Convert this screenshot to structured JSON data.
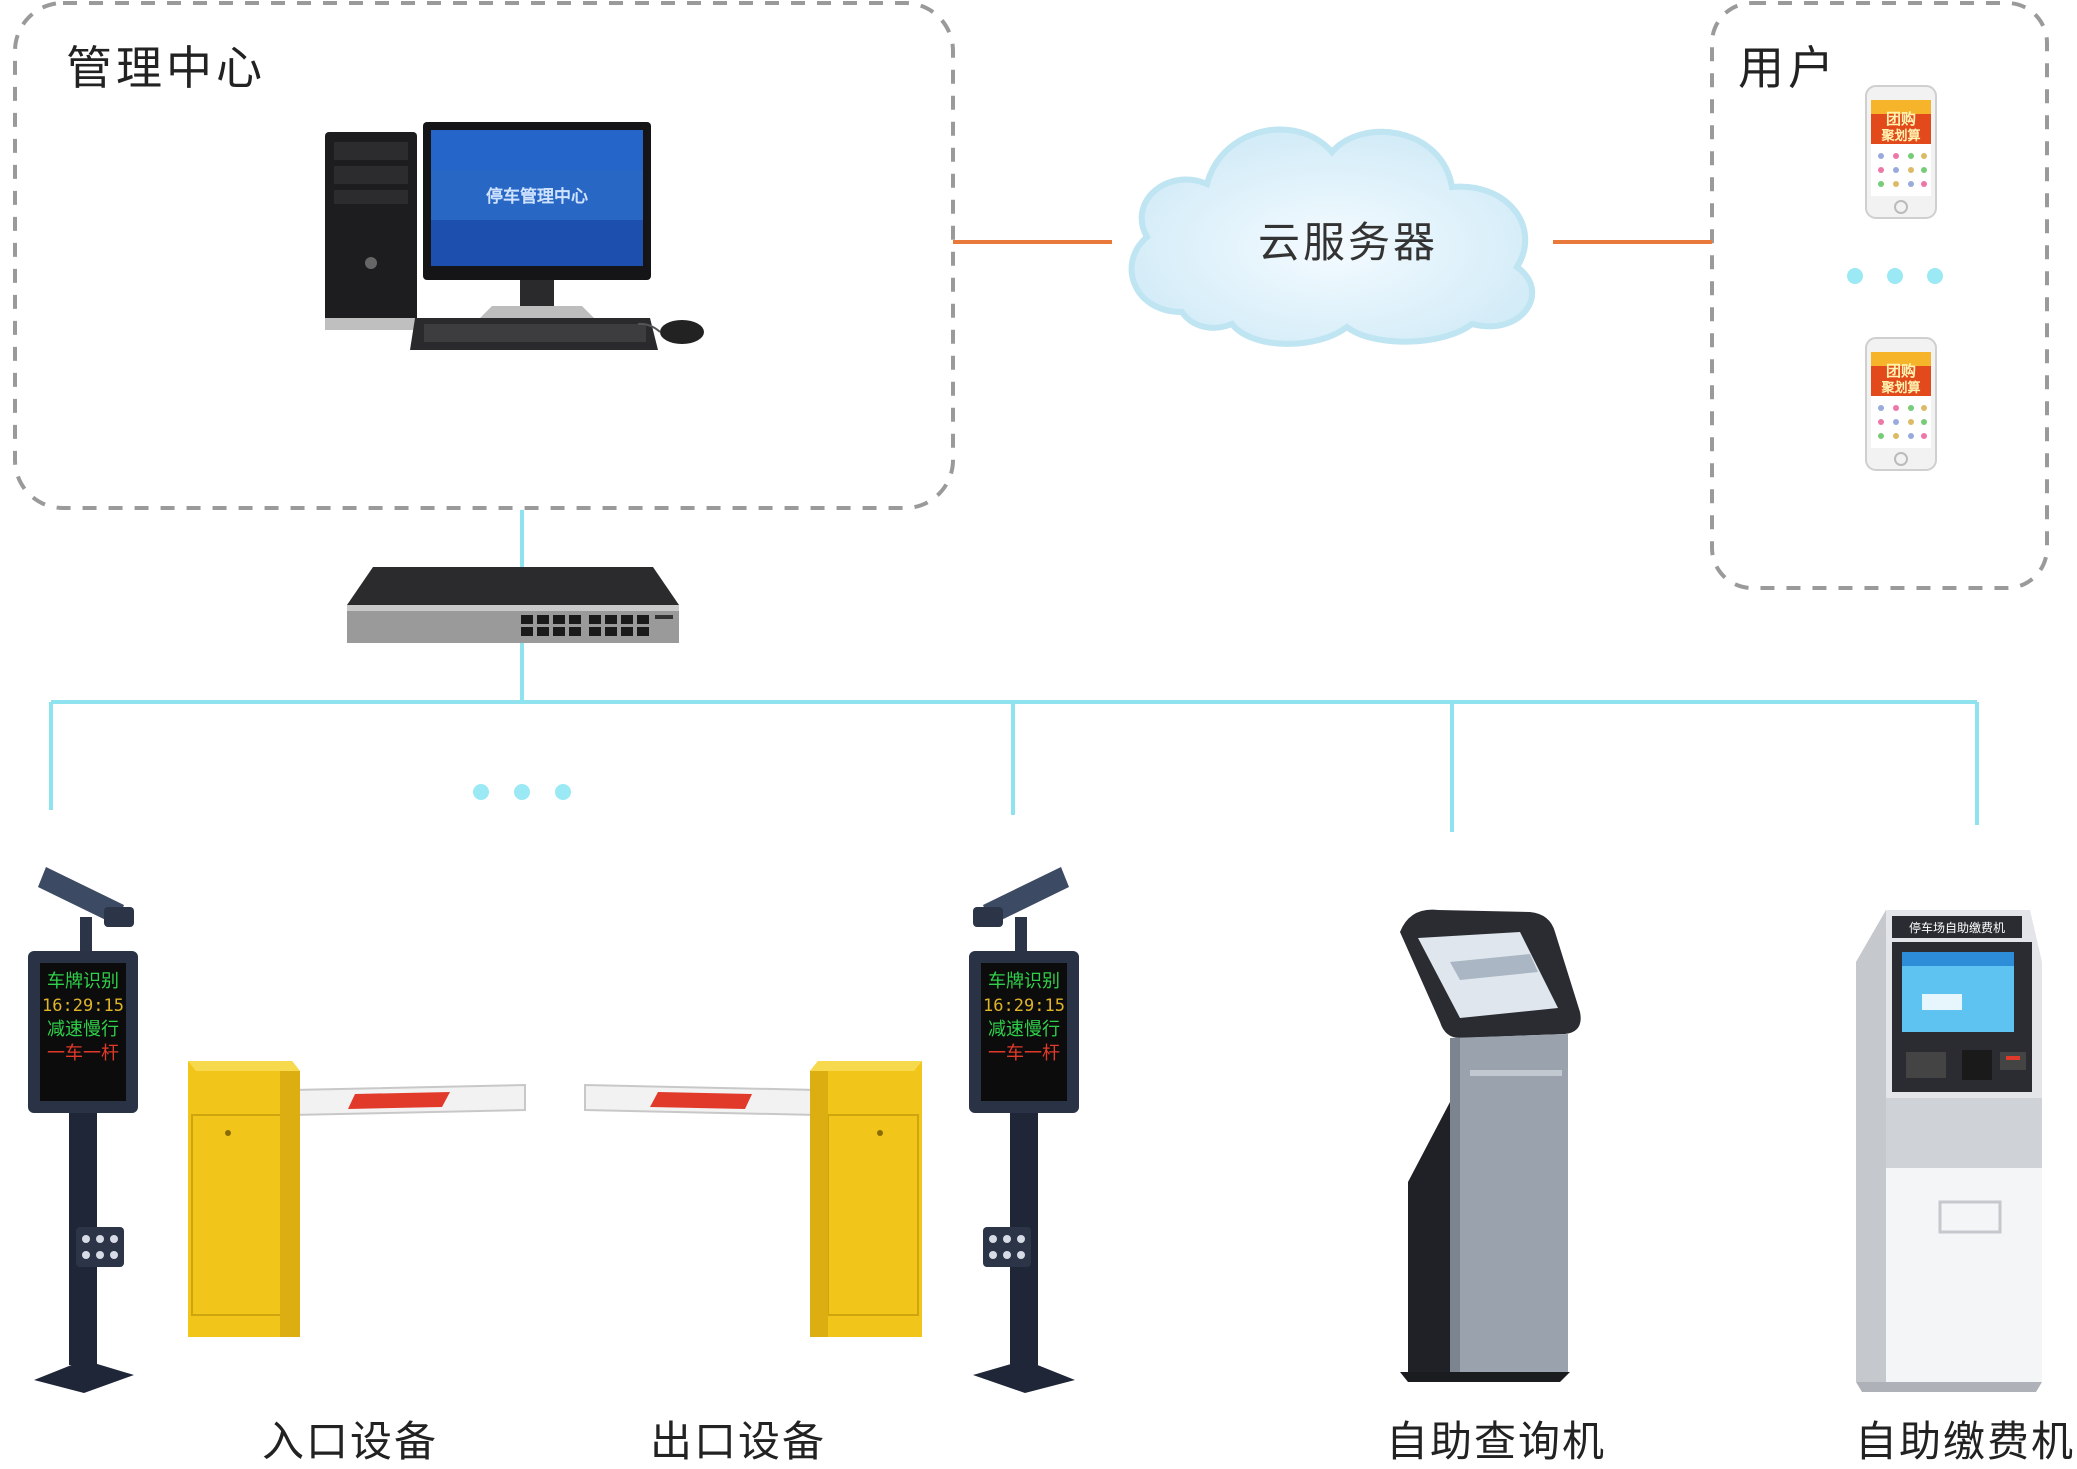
{
  "management_center": {
    "title": "管理中心",
    "monitor_text": "停车管理中心"
  },
  "users": {
    "title": "用户",
    "phone_text_1": "团购",
    "phone_text_2": "聚划算"
  },
  "cloud": {
    "label": "云服务器"
  },
  "entrance": {
    "caption": "入口设备",
    "display_lines": [
      "车牌识别",
      "16:29:15",
      "减速慢行",
      "一车一杆"
    ]
  },
  "exit": {
    "caption": "出口设备",
    "display_lines": [
      "车牌识别",
      "16:29:15",
      "减速慢行",
      "一车一杆"
    ]
  },
  "query_kiosk": {
    "caption": "自助查询机"
  },
  "payment_kiosk": {
    "caption": "自助缴费机",
    "header_text": "停车场自助缴费机"
  },
  "colors": {
    "dashed_border": "#9a9a9a",
    "orange_link": "#e8793a",
    "cyan_bus": "#8fe3ef",
    "dots": "#9be9f5",
    "barrier_yellow": "#f2c51b",
    "led_green": "#2fd04a",
    "led_red": "#e23a2a",
    "cloud_fill": "#dff2fb"
  }
}
